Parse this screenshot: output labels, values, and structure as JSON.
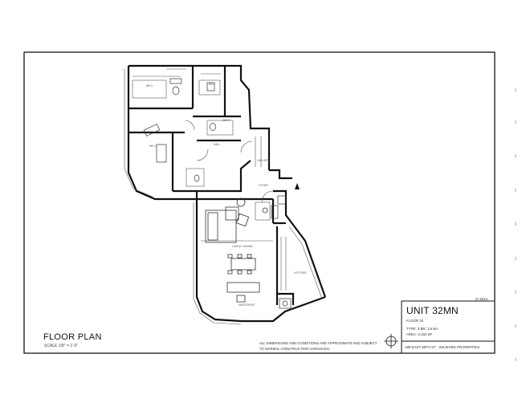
{
  "plan": {
    "title": "FLOOR PLAN",
    "scale": "SCALE 1/8\" = 1'-0\""
  },
  "disclaimer": {
    "line1": "ALL DIMENSIONS AND CONDITIONS ARE APPROXIMATE AND SUBJECT",
    "line2": "TO NORMAL CONSTRUCTION VARIANCES."
  },
  "title_block": {
    "unit": "UNIT 32MN",
    "floor": "FLOOR 32",
    "type": "TYPE: 3 BR, 3.5 BA",
    "area": "AREA: 4,160 SF",
    "developer": "180 EAST 88TH ST · WILSHIRE PROPERTIES",
    "sheet": "G-3014"
  },
  "rooms": [
    {
      "label": "BR 3"
    },
    {
      "label": "BR 2"
    },
    {
      "label": "BATH"
    },
    {
      "label": "BR 4"
    },
    {
      "label": "HALL"
    },
    {
      "label": "MASTER BR"
    },
    {
      "label": "LIVING / DINING"
    },
    {
      "label": "KITCHEN"
    },
    {
      "label": "FOYER"
    },
    {
      "label": "GALLERY"
    }
  ],
  "colors": {
    "wall": "#111111",
    "line": "#555555",
    "frame": "#000000"
  }
}
